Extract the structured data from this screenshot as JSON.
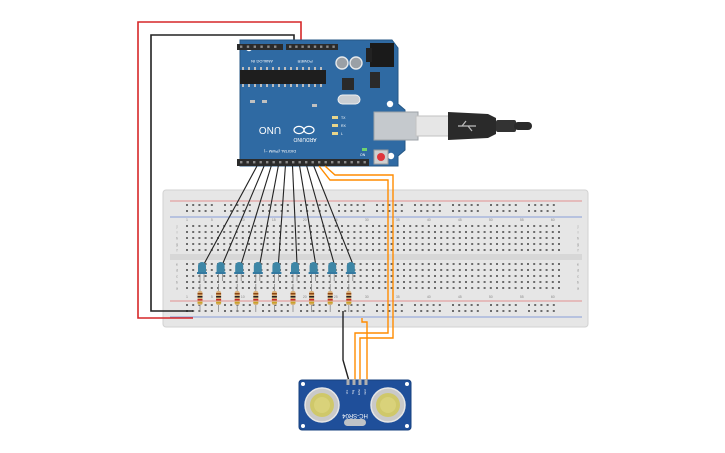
{
  "arduino": {
    "model_label": "UNO",
    "brand_label": "ARDUINO",
    "digital_label": "DIGITAL (PWM ~)",
    "power_label": "POWER",
    "analog_label": "ANALOG IN",
    "led_tx": "TX",
    "led_rx": "RX",
    "led_l": "L",
    "led_on": "ON",
    "color_board": "#2f6aa3",
    "color_header": "#2b2b2b"
  },
  "sensor": {
    "model_label": "HC-SR04",
    "pin_labels": [
      "Vcc",
      "Trig",
      "Echo",
      "Gnd"
    ],
    "color_board": "#1f4f9a"
  },
  "breadboard": {
    "color_body": "#e6e6e6",
    "column_numbers": [
      "1",
      "5",
      "10",
      "15",
      "20",
      "25",
      "30",
      "35",
      "40",
      "45",
      "50",
      "55",
      "60"
    ],
    "row_letters_top": [
      "j",
      "i",
      "h",
      "g",
      "f"
    ],
    "row_letters_bottom": [
      "e",
      "d",
      "c",
      "b",
      "a"
    ]
  },
  "leds": {
    "count": 9,
    "color": "#3d86a6"
  },
  "wires": {
    "power_color": "#d62728",
    "ground_color": "#222222",
    "signal_color": "#ff8c00",
    "led_wire_color": "#222222"
  },
  "usb": {
    "cable_color": "#2a2a2a"
  }
}
